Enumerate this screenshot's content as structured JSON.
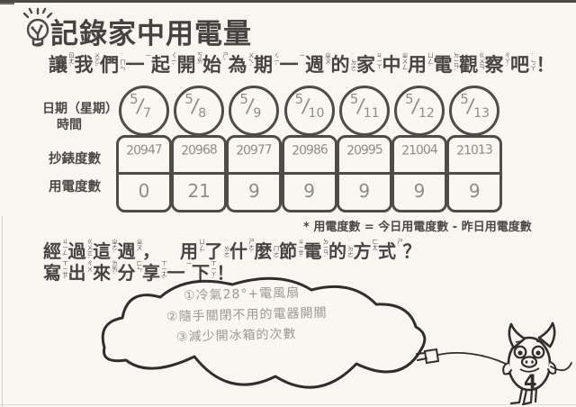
{
  "header": {
    "title": "記錄家中用電量"
  },
  "intro": {
    "units": [
      {
        "c": "讓",
        "z": "ㄖㄤˋ"
      },
      {
        "c": "我",
        "z": "ㄨㄛˇ"
      },
      {
        "c": "們",
        "z": "˙ㄇㄣ"
      },
      {
        "c": "一",
        "z": "ㄧ"
      },
      {
        "c": "起",
        "z": "ㄑㄧˇ"
      },
      {
        "c": "開",
        "z": "ㄎㄞ"
      },
      {
        "c": "始",
        "z": "ㄕˇ"
      },
      {
        "c": "為",
        "z": "ㄨㄟˊ"
      },
      {
        "c": "期",
        "z": "ㄑㄧˊ"
      },
      {
        "c": "一",
        "z": "ㄧ"
      },
      {
        "c": "週",
        "z": "ㄓㄡ"
      },
      {
        "c": "的",
        "z": "˙ㄉㄜ"
      },
      {
        "c": "家",
        "z": "ㄐㄧㄚ"
      },
      {
        "c": "中",
        "z": "ㄓㄨㄥ"
      },
      {
        "c": "用",
        "z": "ㄩㄥˋ"
      },
      {
        "c": "電",
        "z": "ㄉㄧㄢˋ"
      },
      {
        "c": "觀",
        "z": "ㄍㄨㄢ"
      },
      {
        "c": "察",
        "z": "ㄔㄚˊ"
      },
      {
        "c": "吧",
        "z": "˙ㄅㄚ"
      },
      {
        "c": "！",
        "z": ""
      }
    ]
  },
  "table": {
    "labels": {
      "date_line1": "日期（星期）",
      "date_line2": "時間",
      "meter": "抄錶度數",
      "usage": "用電度數"
    },
    "columns": [
      {
        "date": "5/7",
        "meter": "20947",
        "usage": "0"
      },
      {
        "date": "5/8",
        "meter": "20968",
        "usage": "21"
      },
      {
        "date": "5/9",
        "meter": "20977",
        "usage": "9"
      },
      {
        "date": "5/10",
        "meter": "20986",
        "usage": "9"
      },
      {
        "date": "5/11",
        "meter": "20995",
        "usage": "9"
      },
      {
        "date": "5/12",
        "meter": "21004",
        "usage": "9"
      },
      {
        "date": "5/13",
        "meter": "21013",
        "usage": "9"
      }
    ],
    "note": "* 用電度數 = 今日用電度數 - 昨日用電度數"
  },
  "question": {
    "line1_units": [
      {
        "c": "經",
        "z": "ㄐㄧㄥ"
      },
      {
        "c": "過",
        "z": "ㄍㄨㄛˋ"
      },
      {
        "c": "這",
        "z": "ㄓㄜˋ"
      },
      {
        "c": "週",
        "z": "ㄓㄡ"
      },
      {
        "c": "，",
        "z": ""
      },
      {
        "c": "　",
        "z": ""
      },
      {
        "c": "用",
        "z": "ㄩㄥˋ"
      },
      {
        "c": "了",
        "z": "˙ㄌㄜ"
      },
      {
        "c": "什",
        "z": "ㄕㄜˊ"
      },
      {
        "c": "麼",
        "z": "˙ㄇㄜ"
      },
      {
        "c": "節",
        "z": "ㄐㄧㄝˊ"
      },
      {
        "c": "電",
        "z": "ㄉㄧㄢˋ"
      },
      {
        "c": "的",
        "z": "˙ㄉㄜ"
      },
      {
        "c": "方",
        "z": "ㄈㄤ"
      },
      {
        "c": "式",
        "z": "ㄕˋ"
      },
      {
        "c": "？",
        "z": ""
      }
    ],
    "line2_units": [
      {
        "c": "寫",
        "z": "ㄒㄧㄝˇ"
      },
      {
        "c": "出",
        "z": "ㄔㄨ"
      },
      {
        "c": "來",
        "z": "ㄌㄞˊ"
      },
      {
        "c": "分",
        "z": "ㄈㄣ"
      },
      {
        "c": "享",
        "z": "ㄒㄧㄤˇ"
      },
      {
        "c": "一",
        "z": "ㄧ"
      },
      {
        "c": "下",
        "z": "ㄒㄧㄚˋ"
      },
      {
        "c": "！",
        "z": ""
      }
    ]
  },
  "cloud": {
    "lines": [
      "①冷氣28°+電風扇",
      "②隨手關閉不用的電器開關",
      "③減少開冰箱的次數"
    ]
  },
  "mascot": {
    "number": "4"
  },
  "colors": {
    "ink": "#4e4c49",
    "pencil": "#8f8d88",
    "paper": "#f7f6f1"
  }
}
